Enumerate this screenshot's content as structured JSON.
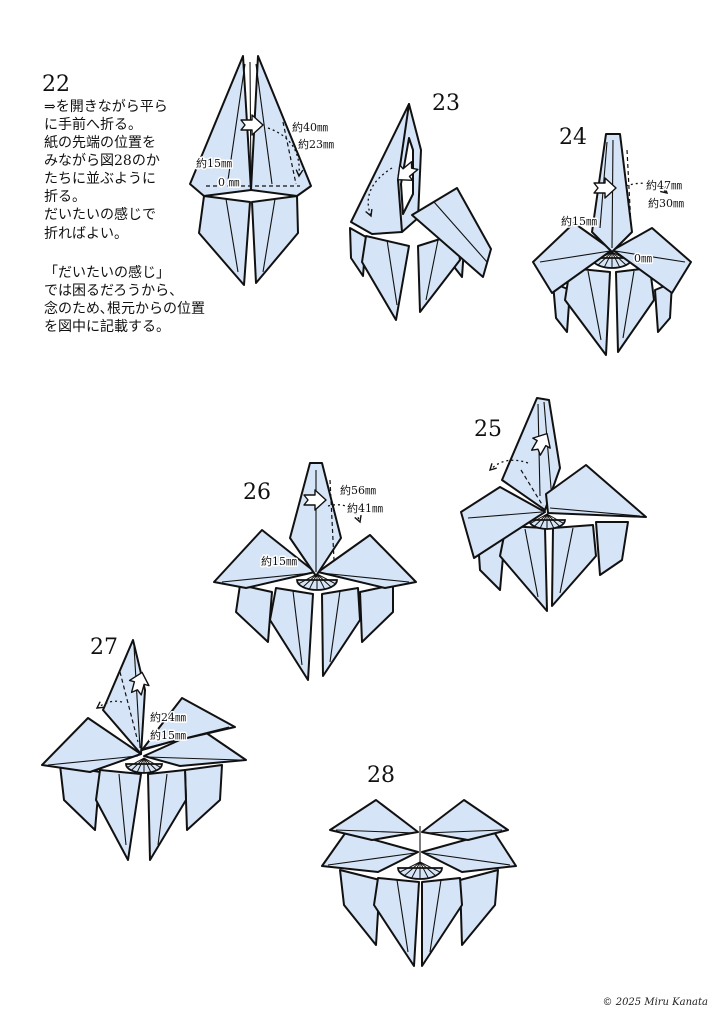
{
  "colors": {
    "paper": "#d5e4f6",
    "ink": "#111111",
    "arrow_fill": "#ffffff",
    "inner_layer": "#ffffff",
    "background": "#ffffff"
  },
  "instructions": {
    "step": "22",
    "paragraph1": [
      "⇒を開きながら平ら",
      "に手前へ折る。",
      "紙の先端の位置を",
      "みながら図28のか",
      "たちに並ぶように",
      "折る。",
      "だいたいの感じで",
      "折ればよい。"
    ],
    "paragraph2": [
      "「だいたいの感じ」",
      "では困るだろうから、",
      "念のため､根元からの位置",
      "を図中に記載する。"
    ]
  },
  "figures": {
    "step22": {
      "measure_tip_outer": "約40㎜",
      "measure_tip_inner": "約23㎜",
      "measure_side": "約15㎜",
      "measure_base": "0 ㎜"
    },
    "step23": {
      "number": "23"
    },
    "step24": {
      "number": "24",
      "measure_tip_outer": "約47㎜",
      "measure_tip_inner": "約30㎜",
      "measure_side": "約15㎜",
      "measure_base": "0㎜"
    },
    "step25": {
      "number": "25"
    },
    "step26": {
      "number": "26",
      "measure_tip_outer": "約56㎜",
      "measure_tip_inner": "約41㎜",
      "measure_side": "約15㎜"
    },
    "step27": {
      "number": "27",
      "measure_upper": "約24㎜",
      "measure_lower": "約15㎜"
    },
    "step28": {
      "number": "28"
    }
  },
  "footer": {
    "copyright": "© 2025 Miru Kanata"
  }
}
